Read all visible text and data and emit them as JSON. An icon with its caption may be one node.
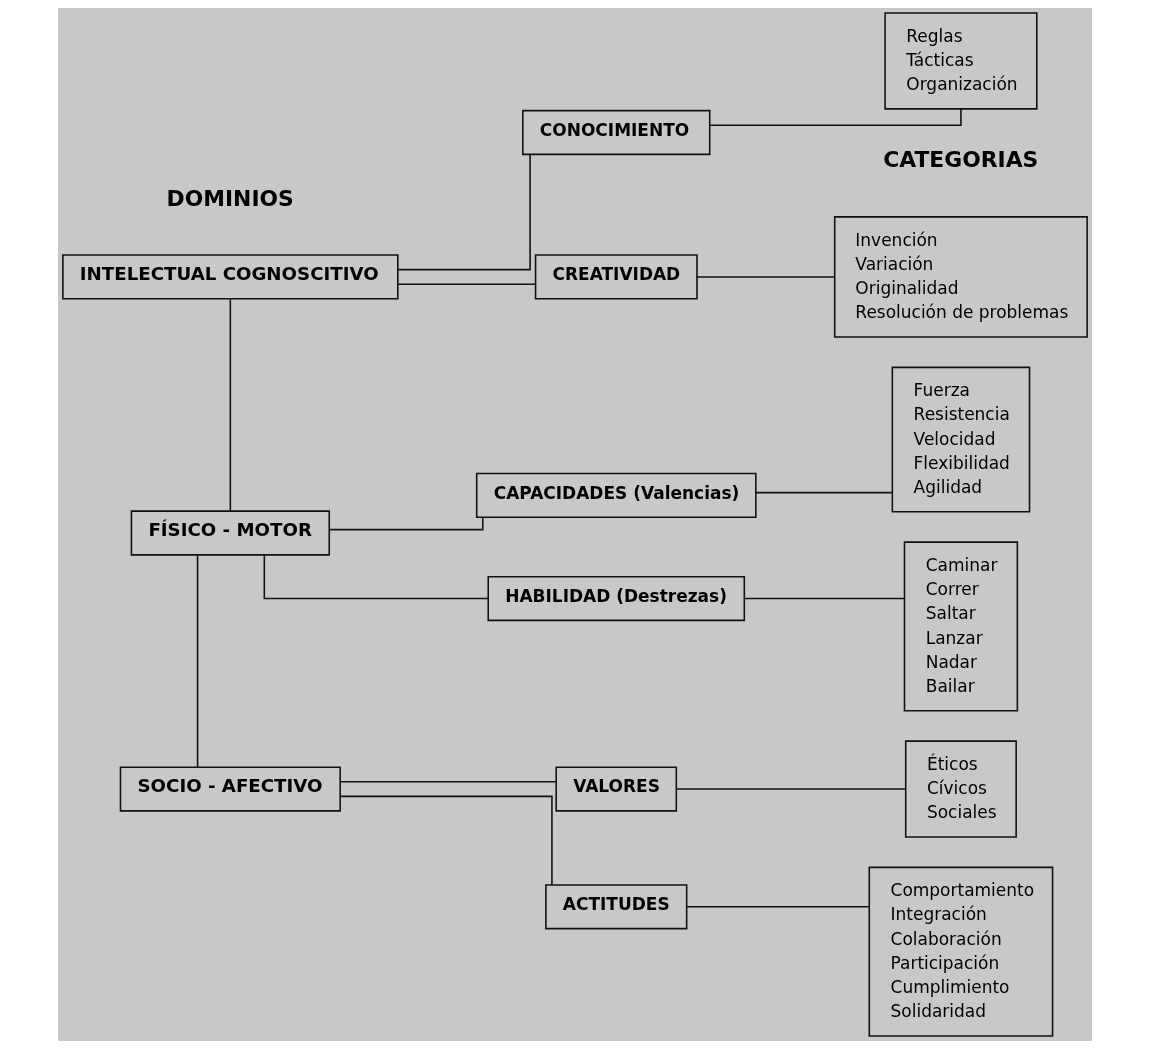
{
  "diagram": {
    "nodes": [
      {
        "text": [
          "INTELECTUAL COGNOSCITIVO"
        ]
      },
      {
        "text": [
          "CREATIVIDAD"
        ]
      },
      {
        "text": [
          "Invención",
          "Variación",
          "Originalidad",
          "Resolución de problemas"
        ]
      },
      {
        "text": [
          "CONOCIMIENTO"
        ]
      },
      {
        "text": [
          "Reglas",
          "Tácticas",
          "Organización"
        ]
      },
      {
        "text": [
          "FÍSICO - MOTOR"
        ]
      },
      {
        "text": [
          "HABILIDAD (Destrezas)"
        ]
      },
      {
        "text": [
          "Caminar",
          "Correr",
          "Saltar",
          "Lanzar",
          "Nadar",
          "Bailar"
        ]
      },
      {
        "text": [
          "CAPACIDADES (Valencias)"
        ]
      },
      {
        "text": [
          "Fuerza",
          "Resistencia",
          "Velocidad",
          "Flexibilidad",
          "Agilidad"
        ]
      },
      {
        "text": [
          "SOCIO - AFECTIVO"
        ]
      },
      {
        "text": [
          "ACTITUDES"
        ]
      },
      {
        "text": [
          "Comportamiento",
          "Integración",
          "Colaboración",
          "Participación",
          "Cumplimiento",
          "Solidaridad"
        ]
      },
      {
        "text": [
          "VALORES"
        ]
      },
      {
        "text": [
          "Éticos",
          "Cívicos",
          "Sociales"
        ]
      }
    ],
    "edges": [
      {
        "from": 0,
        "to": 5,
        "arrow": "none"
      },
      {
        "from": 5,
        "to": 10,
        "arrow": "none"
      },
      {
        "from": 0,
        "to": 1,
        "arrow": "none"
      },
      {
        "from": 0,
        "to": 3,
        "arrow": "none"
      },
      {
        "from": 1,
        "to": 2,
        "arrow": "none"
      },
      {
        "from": 3,
        "to": 4,
        "arrow": "none"
      },
      {
        "from": 5,
        "to": 6,
        "arrow": "none"
      },
      {
        "from": 5,
        "to": 8,
        "arrow": "none"
      },
      {
        "from": 6,
        "to": 7,
        "arrow": "none"
      },
      {
        "from": 8,
        "to": 9,
        "arrow": "none"
      },
      {
        "from": 10,
        "to": 11,
        "arrow": "none"
      },
      {
        "from": 10,
        "to": 13,
        "arrow": "none"
      },
      {
        "from": 11,
        "to": 12,
        "arrow": "none"
      },
      {
        "from": 13,
        "to": 14,
        "arrow": "none"
      }
    ],
    "labels": [
      "DOMINIOS",
      "CATEGORIAS"
    ]
  }
}
